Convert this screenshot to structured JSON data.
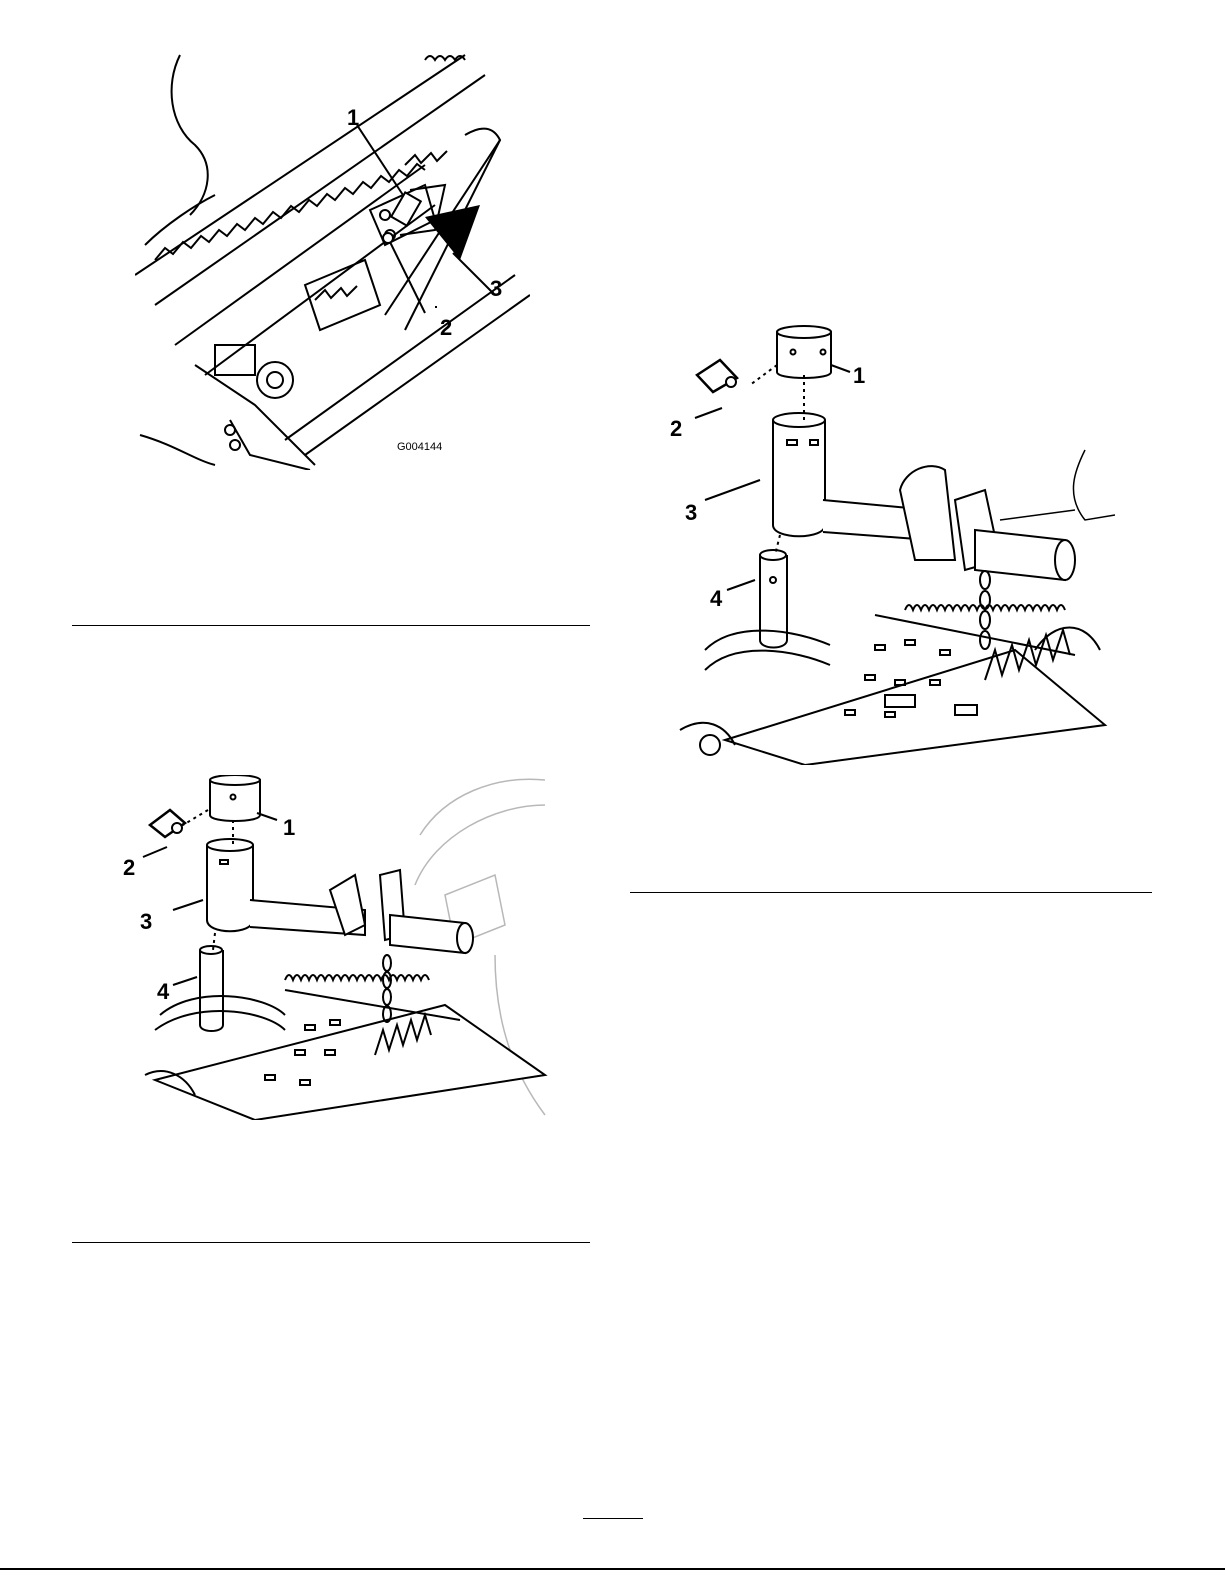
{
  "figure_1": {
    "graphic_id": "G004144",
    "callouts": [
      "1",
      "2",
      "3"
    ]
  },
  "figure_2": {
    "callouts": [
      "1",
      "2",
      "3",
      "4"
    ]
  },
  "figure_3": {
    "callouts": [
      "1",
      "2",
      "3",
      "4"
    ]
  },
  "colors": {
    "ink": "#000000",
    "paper": "#ffffff",
    "light_line": "#b8b8b8"
  },
  "icons": [
    "reel-mower-illustration",
    "pivot-bracket-illustration"
  ]
}
